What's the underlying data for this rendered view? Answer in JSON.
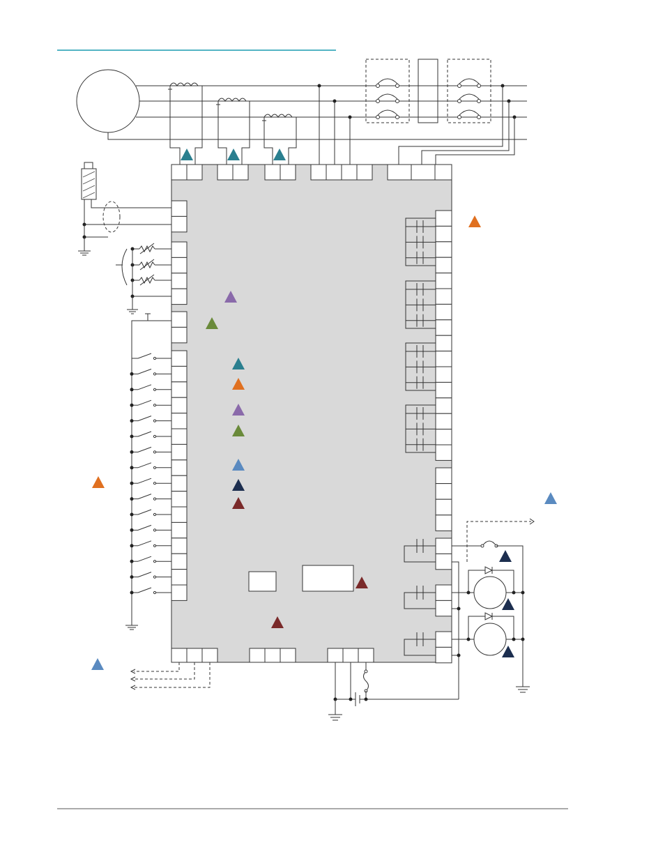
{
  "colors": {
    "header_rule": "#1a9bb0",
    "controller_fill": "#d9d9d9",
    "line": "#333333",
    "marker_teal": "#2a7f8f",
    "marker_orange": "#e07020",
    "marker_purple": "#8a6aaa",
    "marker_green": "#6a8a3a",
    "marker_blue": "#5a8ac0",
    "marker_navy": "#1c2e4f",
    "marker_maroon": "#7a2a2a"
  },
  "markers": [
    {
      "id": "ct-a",
      "color": "marker_teal"
    },
    {
      "id": "ct-b",
      "color": "marker_teal"
    },
    {
      "id": "ct-c",
      "color": "marker_teal"
    },
    {
      "id": "relay-outputs",
      "color": "marker_orange"
    },
    {
      "id": "legend-1",
      "color": "marker_purple"
    },
    {
      "id": "legend-2",
      "color": "marker_green"
    },
    {
      "id": "legend-3",
      "color": "marker_teal"
    },
    {
      "id": "legend-4",
      "color": "marker_orange"
    },
    {
      "id": "legend-5",
      "color": "marker_purple"
    },
    {
      "id": "legend-6",
      "color": "marker_green"
    },
    {
      "id": "legend-7",
      "color": "marker_blue"
    },
    {
      "id": "legend-8",
      "color": "marker_navy"
    },
    {
      "id": "legend-9",
      "color": "marker_maroon"
    },
    {
      "id": "digital-inputs",
      "color": "marker_orange"
    },
    {
      "id": "analog-outputs",
      "color": "marker_blue"
    },
    {
      "id": "alternator-output",
      "color": "marker_blue"
    },
    {
      "id": "fuse-output",
      "color": "marker_navy"
    },
    {
      "id": "motor-1",
      "color": "marker_navy"
    },
    {
      "id": "motor-2",
      "color": "marker_navy"
    },
    {
      "id": "display",
      "color": "marker_maroon"
    },
    {
      "id": "controller-body",
      "color": "marker_maroon"
    }
  ]
}
